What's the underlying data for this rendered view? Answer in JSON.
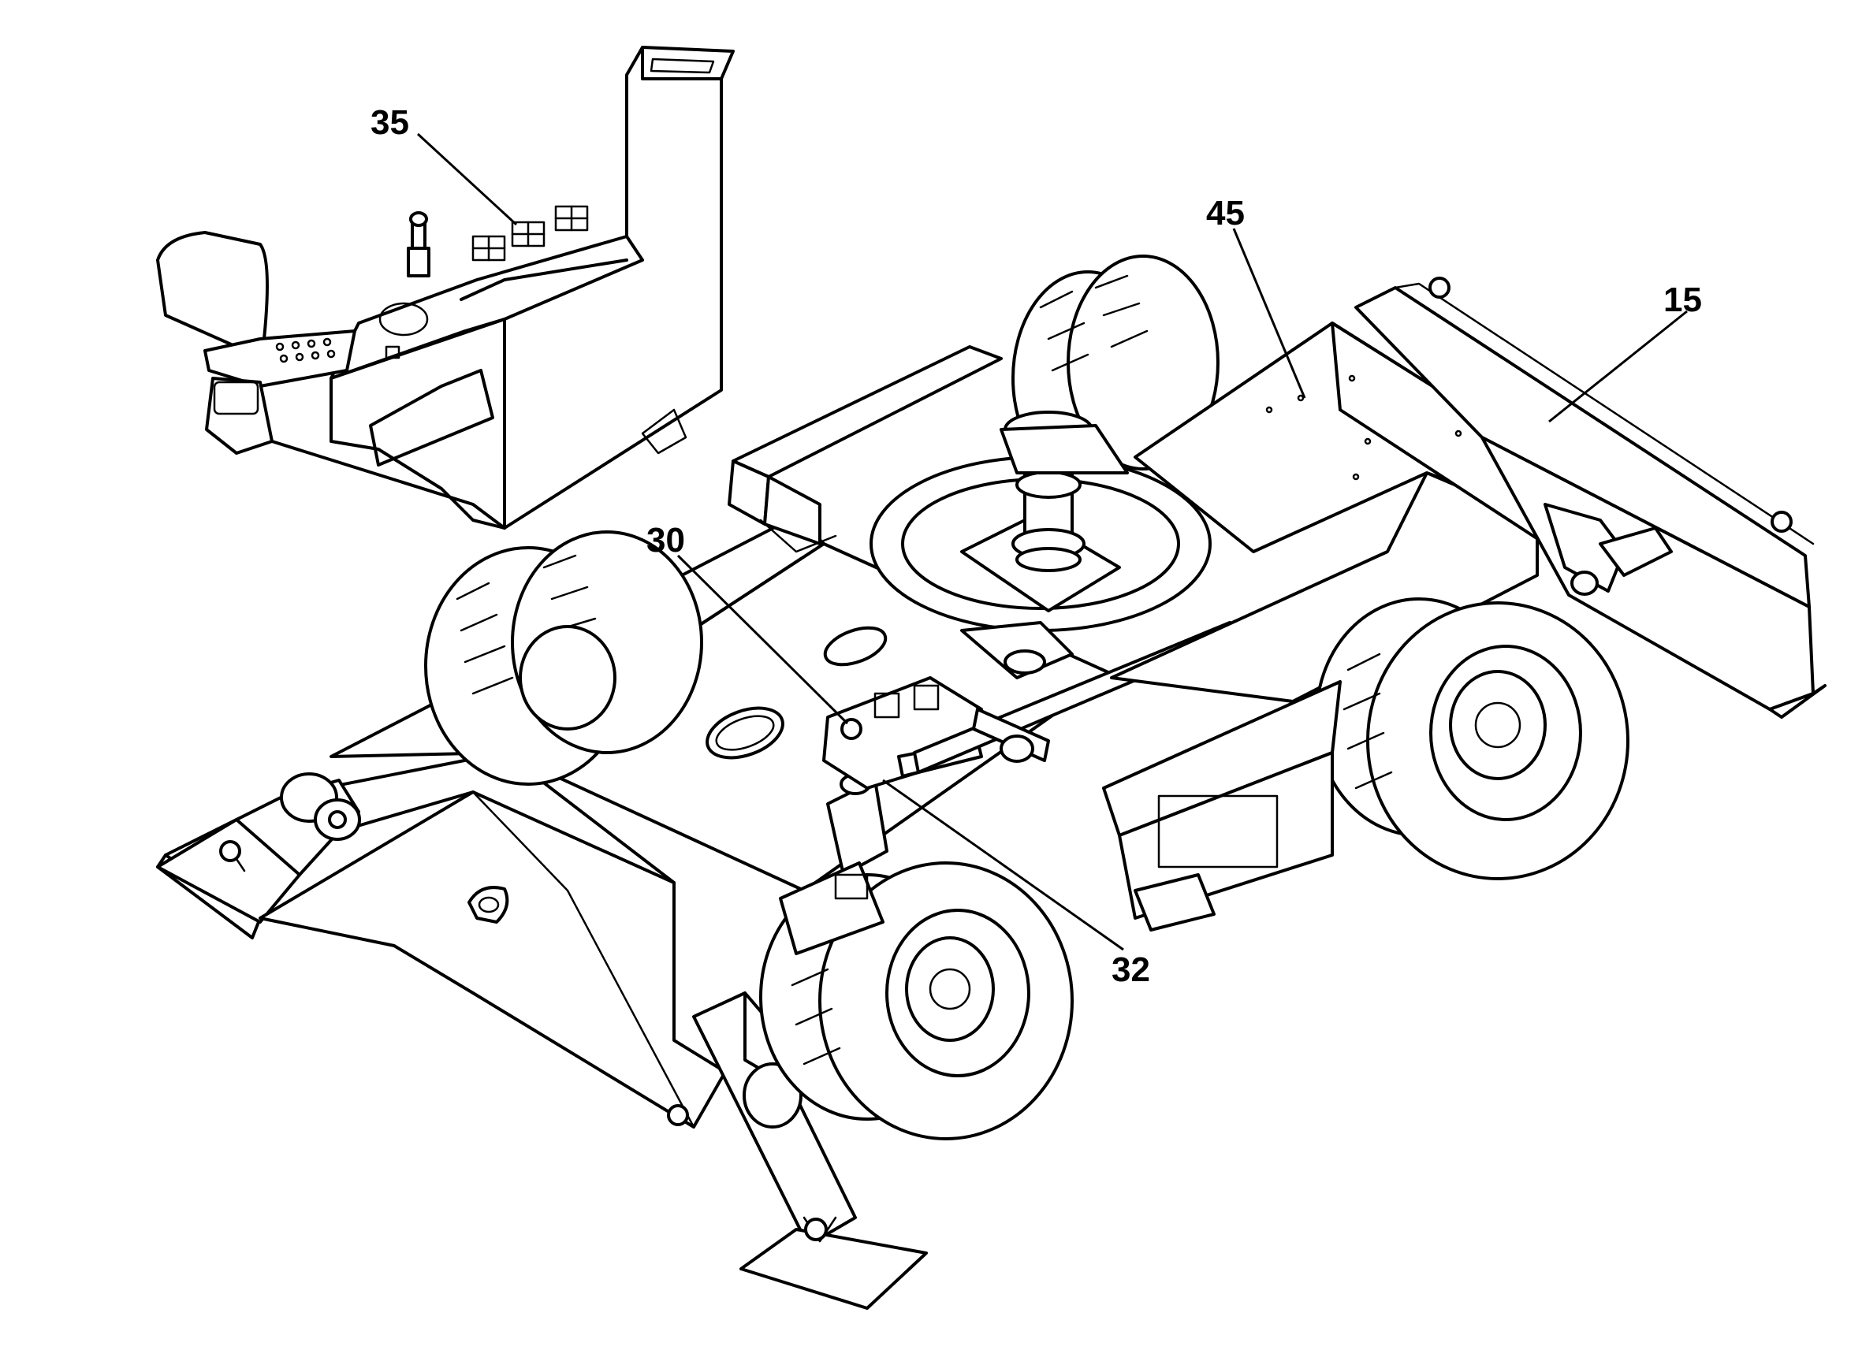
{
  "figure": {
    "callouts": [
      {
        "id": "c35",
        "label": "35"
      },
      {
        "id": "c45",
        "label": "45"
      },
      {
        "id": "c15",
        "label": "15"
      },
      {
        "id": "c30",
        "label": "30"
      },
      {
        "id": "c32",
        "label": "32"
      }
    ]
  }
}
